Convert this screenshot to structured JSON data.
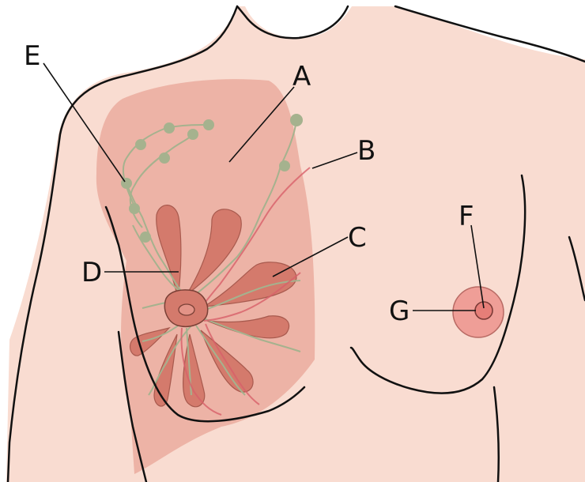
{
  "diagram": {
    "labels": {
      "a": "A",
      "b": "B",
      "c": "C",
      "d": "D",
      "e": "E",
      "f": "F",
      "g": "G"
    }
  },
  "colors": {
    "skin": "#f9dcd1",
    "gland_region": "#e8a597",
    "lobe": "#d47a6c",
    "areola": "#ef9e97",
    "nipple": "#e67e78",
    "lymph": "#a5b28e",
    "vessel": "#d8606a",
    "outline": "#111111"
  }
}
